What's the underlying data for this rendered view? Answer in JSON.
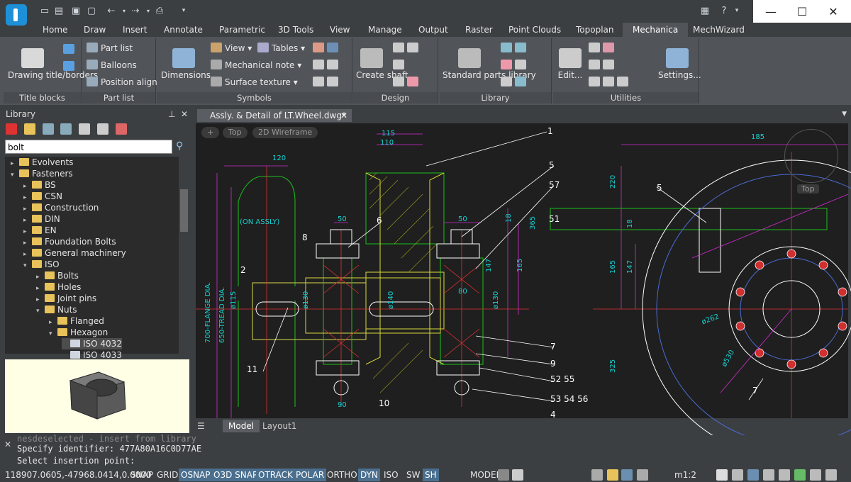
{
  "ribbon_tabs": [
    "Home",
    "Draw",
    "Insert",
    "Annotate",
    "Parametric",
    "3D Tools",
    "View",
    "Manage",
    "Output",
    "Raster",
    "Point Clouds",
    "Topoplan",
    "Mechanica",
    "MechWizard"
  ],
  "ribbon": {
    "title_blocks": {
      "drawing_label": "Drawing title/borders",
      "title": "Title blocks"
    },
    "part_list": {
      "part_list": "Part list",
      "balloons": "Balloons",
      "position_align": "Position align",
      "title": "Part list"
    },
    "symbols": {
      "dimensions": "Dimensions",
      "view": "View",
      "tables": "Tables",
      "mech_note": "Mechanical note",
      "surface_texture": "Surface texture",
      "title": "Symbols"
    },
    "design": {
      "create_shaft": "Create shaft",
      "title": "Design"
    },
    "library": {
      "standard_parts": "Standard parts library",
      "title": "Library"
    },
    "utilities": {
      "edit": "Edit...",
      "settings": "Settings...",
      "title": "Utilities"
    }
  },
  "library": {
    "title": "Library",
    "search_value": "bolt",
    "tree": [
      {
        "label": "Evolvents",
        "depth": 1,
        "exp": "+"
      },
      {
        "label": "Fasteners",
        "depth": 1,
        "exp": "-"
      },
      {
        "label": "BS",
        "depth": 2,
        "exp": "+"
      },
      {
        "label": "CSN",
        "depth": 2,
        "exp": "+"
      },
      {
        "label": "Construction",
        "depth": 2,
        "exp": "+"
      },
      {
        "label": "DIN",
        "depth": 2,
        "exp": "+"
      },
      {
        "label": "EN",
        "depth": 2,
        "exp": "+"
      },
      {
        "label": "Foundation Bolts",
        "depth": 2,
        "exp": "+"
      },
      {
        "label": "General machinery",
        "depth": 2,
        "exp": "+"
      },
      {
        "label": "ISO",
        "depth": 2,
        "exp": "-"
      },
      {
        "label": "Bolts",
        "depth": 3,
        "exp": "+"
      },
      {
        "label": "Holes",
        "depth": 3,
        "exp": "+"
      },
      {
        "label": "Joint pins",
        "depth": 3,
        "exp": "+"
      },
      {
        "label": "Nuts",
        "depth": 3,
        "exp": "-"
      },
      {
        "label": "Flanged",
        "depth": 4,
        "exp": "+"
      },
      {
        "label": "Hexagon",
        "depth": 4,
        "exp": "-"
      },
      {
        "label": "ISO 4032",
        "depth": 5,
        "exp": "",
        "selected": true
      },
      {
        "label": "ISO 4033",
        "depth": 5,
        "exp": ""
      }
    ]
  },
  "document": {
    "tab": "Assly. & Detail of LT.Wheel.dwg*",
    "viewport_buttons": [
      "+",
      "Top",
      "2D Wireframe"
    ],
    "viewcube": "Top",
    "layouts": [
      "Model",
      "Layout1"
    ]
  },
  "drawing": {
    "dims": [
      "115",
      "110",
      "120",
      "185",
      "50",
      "50",
      "80",
      "365",
      "18",
      "147",
      "165",
      "220",
      "18",
      "165",
      "147",
      "325",
      "ø130",
      "ø140",
      "ø130",
      "ø115",
      "90",
      "ø262",
      "ø530"
    ],
    "callouts": [
      "1",
      "5",
      "57",
      "51",
      "6",
      "8",
      "2",
      "11",
      "10",
      "7",
      "9",
      "52 55",
      "53 54 56",
      "4",
      "5",
      "7"
    ],
    "side_labels": [
      "700-FLANGE DIA.",
      "650-TREAD DIA.",
      "(ON ASSLY)"
    ]
  },
  "command_lines": [
    "Specify identifier: 477A80A16C0D77AE",
    "Select insertion point:"
  ],
  "command_hidden": "nesdeselected - insert from library",
  "status": {
    "coords": "118907.0605,-47968.0414,0.0000",
    "toggles": [
      {
        "label": "SNAP",
        "on": false
      },
      {
        "label": "GRID",
        "on": false
      },
      {
        "label": "OSNAP",
        "on": true
      },
      {
        "label": "O3D SNAP",
        "on": true
      },
      {
        "label": "OTRACK",
        "on": true
      },
      {
        "label": "POLAR",
        "on": true
      },
      {
        "label": "ORTHO",
        "on": false
      },
      {
        "label": "DYN",
        "on": true
      },
      {
        "label": "ISO",
        "on": false
      },
      {
        "label": "SW",
        "on": false
      },
      {
        "label": "SH",
        "on": true
      }
    ],
    "model": "MODEL",
    "scale": "m1:2"
  }
}
